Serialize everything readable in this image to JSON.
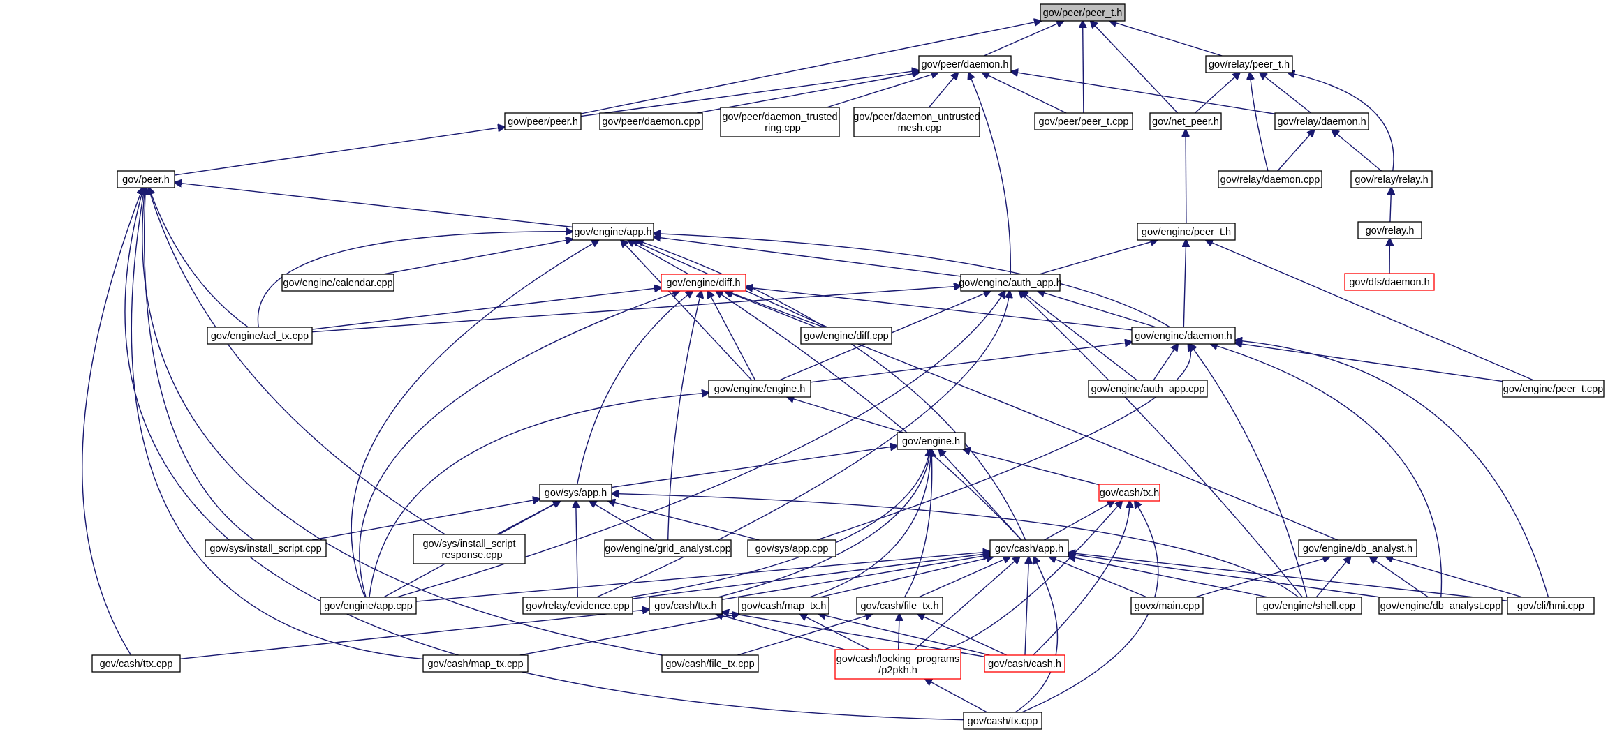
{
  "colors": {
    "edge": "#191970",
    "node_border": "#000000",
    "node_border_incomplete": "#ff0000",
    "root_fill": "#bfbfbf",
    "node_fill": "#ffffff"
  },
  "nodes": [
    {
      "id": "root",
      "lines": [
        "gov/peer/peer_t.h"
      ],
      "root": true
    },
    {
      "id": "peer_daemon_h",
      "lines": [
        "gov/peer/daemon.h"
      ]
    },
    {
      "id": "relay_peer_t_h",
      "lines": [
        "gov/relay/peer_t.h"
      ]
    },
    {
      "id": "peer_peer_h",
      "lines": [
        "gov/peer/peer.h"
      ]
    },
    {
      "id": "peer_daemon_cpp",
      "lines": [
        "gov/peer/daemon.cpp"
      ]
    },
    {
      "id": "peer_daemon_trusted",
      "lines": [
        "gov/peer/daemon_trusted",
        "_ring.cpp"
      ]
    },
    {
      "id": "peer_daemon_untrusted",
      "lines": [
        "gov/peer/daemon_untrusted",
        "_mesh.cpp"
      ]
    },
    {
      "id": "peer_peer_t_cpp",
      "lines": [
        "gov/peer/peer_t.cpp"
      ]
    },
    {
      "id": "net_peer_h",
      "lines": [
        "gov/net_peer.h"
      ]
    },
    {
      "id": "relay_daemon_h",
      "lines": [
        "gov/relay/daemon.h"
      ]
    },
    {
      "id": "relay_daemon_cpp",
      "lines": [
        "gov/relay/daemon.cpp"
      ]
    },
    {
      "id": "relay_relay_h",
      "lines": [
        "gov/relay/relay.h"
      ]
    },
    {
      "id": "relay_h",
      "lines": [
        "gov/relay.h"
      ]
    },
    {
      "id": "dfs_daemon_h",
      "lines": [
        "gov/dfs/daemon.h"
      ],
      "red": true
    },
    {
      "id": "gov_peer_h",
      "lines": [
        "gov/peer.h"
      ]
    },
    {
      "id": "engine_app_h",
      "lines": [
        "gov/engine/app.h"
      ]
    },
    {
      "id": "engine_peer_t_h",
      "lines": [
        "gov/engine/peer_t.h"
      ]
    },
    {
      "id": "engine_calendar_cpp",
      "lines": [
        "gov/engine/calendar.cpp"
      ]
    },
    {
      "id": "engine_diff_h",
      "lines": [
        "gov/engine/diff.h"
      ],
      "red": true
    },
    {
      "id": "engine_auth_app_h",
      "lines": [
        "gov/engine/auth_app.h"
      ]
    },
    {
      "id": "engine_acl_tx_cpp",
      "lines": [
        "gov/engine/acl_tx.cpp"
      ]
    },
    {
      "id": "engine_diff_cpp",
      "lines": [
        "gov/engine/diff.cpp"
      ]
    },
    {
      "id": "engine_daemon_h",
      "lines": [
        "gov/engine/daemon.h"
      ]
    },
    {
      "id": "engine_engine_h",
      "lines": [
        "gov/engine/engine.h"
      ]
    },
    {
      "id": "engine_auth_app_cpp",
      "lines": [
        "gov/engine/auth_app.cpp"
      ]
    },
    {
      "id": "engine_peer_t_cpp",
      "lines": [
        "gov/engine/peer_t.cpp"
      ]
    },
    {
      "id": "gov_engine_h",
      "lines": [
        "gov/engine.h"
      ]
    },
    {
      "id": "sys_app_h",
      "lines": [
        "gov/sys/app.h"
      ]
    },
    {
      "id": "cash_tx_h",
      "lines": [
        "gov/cash/tx.h"
      ],
      "red": true
    },
    {
      "id": "sys_install_script_cpp",
      "lines": [
        "gov/sys/install_script.cpp"
      ]
    },
    {
      "id": "sys_install_script_response",
      "lines": [
        "gov/sys/install_script",
        "_response.cpp"
      ]
    },
    {
      "id": "engine_grid_analyst_cpp",
      "lines": [
        "gov/engine/grid_analyst.cpp"
      ]
    },
    {
      "id": "sys_app_cpp",
      "lines": [
        "gov/sys/app.cpp"
      ]
    },
    {
      "id": "cash_app_h",
      "lines": [
        "gov/cash/app.h"
      ]
    },
    {
      "id": "engine_db_analyst_h",
      "lines": [
        "gov/engine/db_analyst.h"
      ]
    },
    {
      "id": "engine_app_cpp",
      "lines": [
        "gov/engine/app.cpp"
      ]
    },
    {
      "id": "relay_evidence_cpp",
      "lines": [
        "gov/relay/evidence.cpp"
      ]
    },
    {
      "id": "cash_ttx_h",
      "lines": [
        "gov/cash/ttx.h"
      ]
    },
    {
      "id": "cash_map_tx_h",
      "lines": [
        "gov/cash/map_tx.h"
      ]
    },
    {
      "id": "cash_file_tx_h",
      "lines": [
        "gov/cash/file_tx.h"
      ]
    },
    {
      "id": "govx_main_cpp",
      "lines": [
        "govx/main.cpp"
      ]
    },
    {
      "id": "engine_shell_cpp",
      "lines": [
        "gov/engine/shell.cpp"
      ]
    },
    {
      "id": "engine_db_analyst_cpp",
      "lines": [
        "gov/engine/db_analyst.cpp"
      ]
    },
    {
      "id": "cli_hmi_cpp",
      "lines": [
        "gov/cli/hmi.cpp"
      ]
    },
    {
      "id": "cash_ttx_cpp",
      "lines": [
        "gov/cash/ttx.cpp"
      ]
    },
    {
      "id": "cash_map_tx_cpp",
      "lines": [
        "gov/cash/map_tx.cpp"
      ]
    },
    {
      "id": "cash_file_tx_cpp",
      "lines": [
        "gov/cash/file_tx.cpp"
      ]
    },
    {
      "id": "cash_locking_p2pkh",
      "lines": [
        "gov/cash/locking_programs",
        "/p2pkh.h"
      ],
      "red": true
    },
    {
      "id": "cash_cash_h",
      "lines": [
        "gov/cash/cash.h"
      ],
      "red": true
    },
    {
      "id": "cash_tx_cpp",
      "lines": [
        "gov/cash/tx.cpp"
      ]
    }
  ]
}
